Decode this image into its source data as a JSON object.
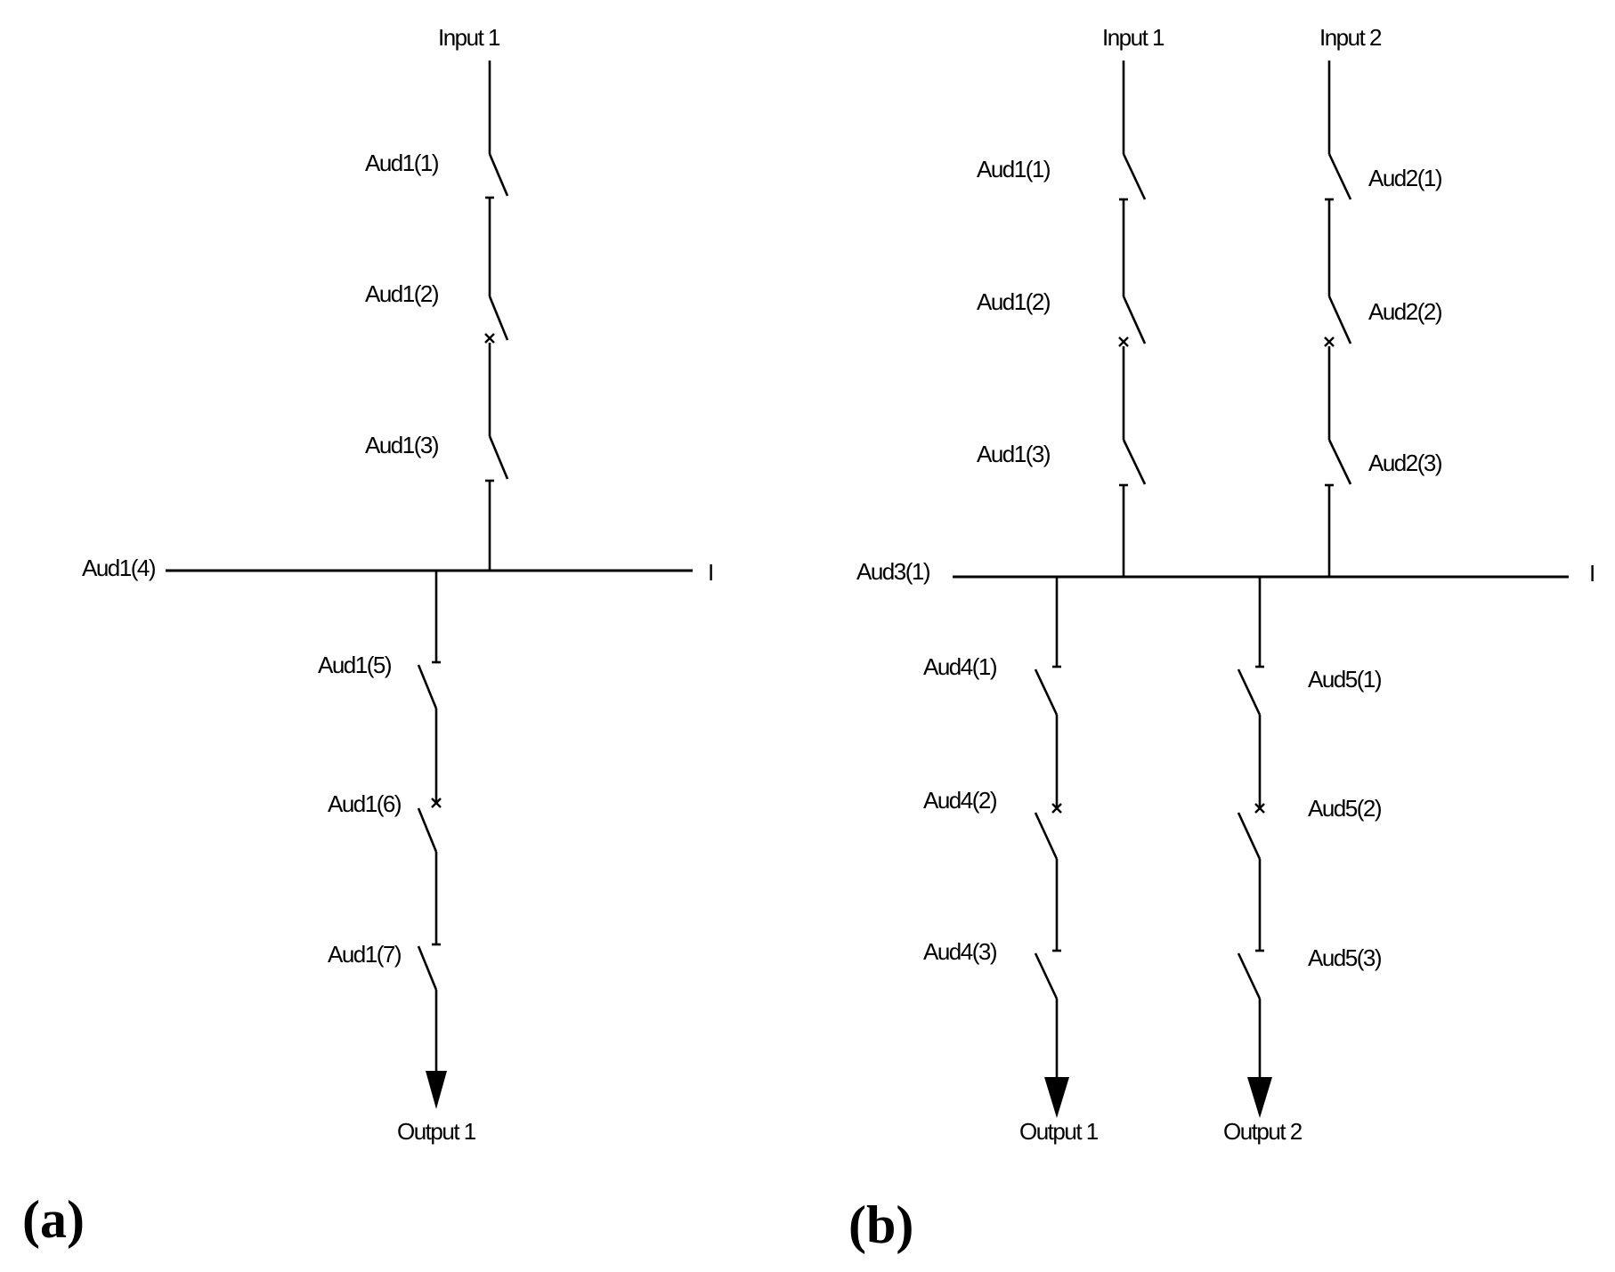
{
  "diagram_a": {
    "panel_label": "(a)",
    "input1": "Input 1",
    "output1": "Output 1",
    "switches": [
      "Aud1(1)",
      "Aud1(2)",
      "Aud1(3)",
      "Aud1(5)",
      "Aud1(6)",
      "Aud1(7)"
    ],
    "bus_label": "Aud1(4)",
    "bus_end_mark": "I"
  },
  "diagram_b": {
    "panel_label": "(b)",
    "input1": "Input 1",
    "input2": "Input 2",
    "output1": "Output 1",
    "output2": "Output 2",
    "switches_in1": [
      "Aud1(1)",
      "Aud1(2)",
      "Aud1(3)"
    ],
    "switches_in2": [
      "Aud2(1)",
      "Aud2(2)",
      "Aud2(3)"
    ],
    "switches_out1": [
      "Aud4(1)",
      "Aud4(2)",
      "Aud4(3)"
    ],
    "switches_out2": [
      "Aud5(1)",
      "Aud5(2)",
      "Aud5(3)"
    ],
    "bus_label": "Aud3(1)",
    "bus_end_mark": "I"
  }
}
